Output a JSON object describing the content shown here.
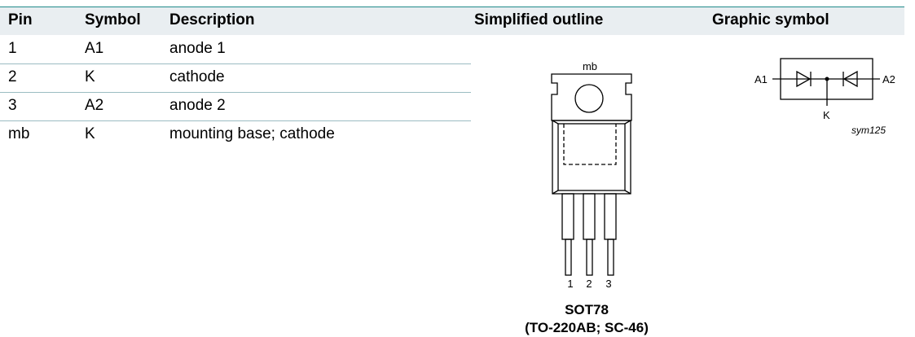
{
  "table": {
    "headers": {
      "pin": "Pin",
      "symbol": "Symbol",
      "description": "Description",
      "outline": "Simplified outline",
      "graphic": "Graphic symbol"
    },
    "rows": [
      {
        "pin": "1",
        "symbol": "A1",
        "description": "anode 1"
      },
      {
        "pin": "2",
        "symbol": "K",
        "description": "cathode"
      },
      {
        "pin": "3",
        "symbol": "A2",
        "description": "anode 2"
      },
      {
        "pin": "mb",
        "symbol": "K",
        "description": "mounting base; cathode"
      }
    ]
  },
  "outline": {
    "tab_label": "mb",
    "pin_labels": [
      "1",
      "2",
      "3"
    ],
    "package_name": "SOT78",
    "package_alias": "(TO-220AB; SC-46)"
  },
  "symbol": {
    "left_label": "A1",
    "right_label": "A2",
    "bottom_label": "K",
    "ref": "sym125"
  },
  "colors": {
    "header_band": "#e9eef1",
    "top_rule": "#1f8a8a",
    "row_rule": "#9bbcc2"
  }
}
